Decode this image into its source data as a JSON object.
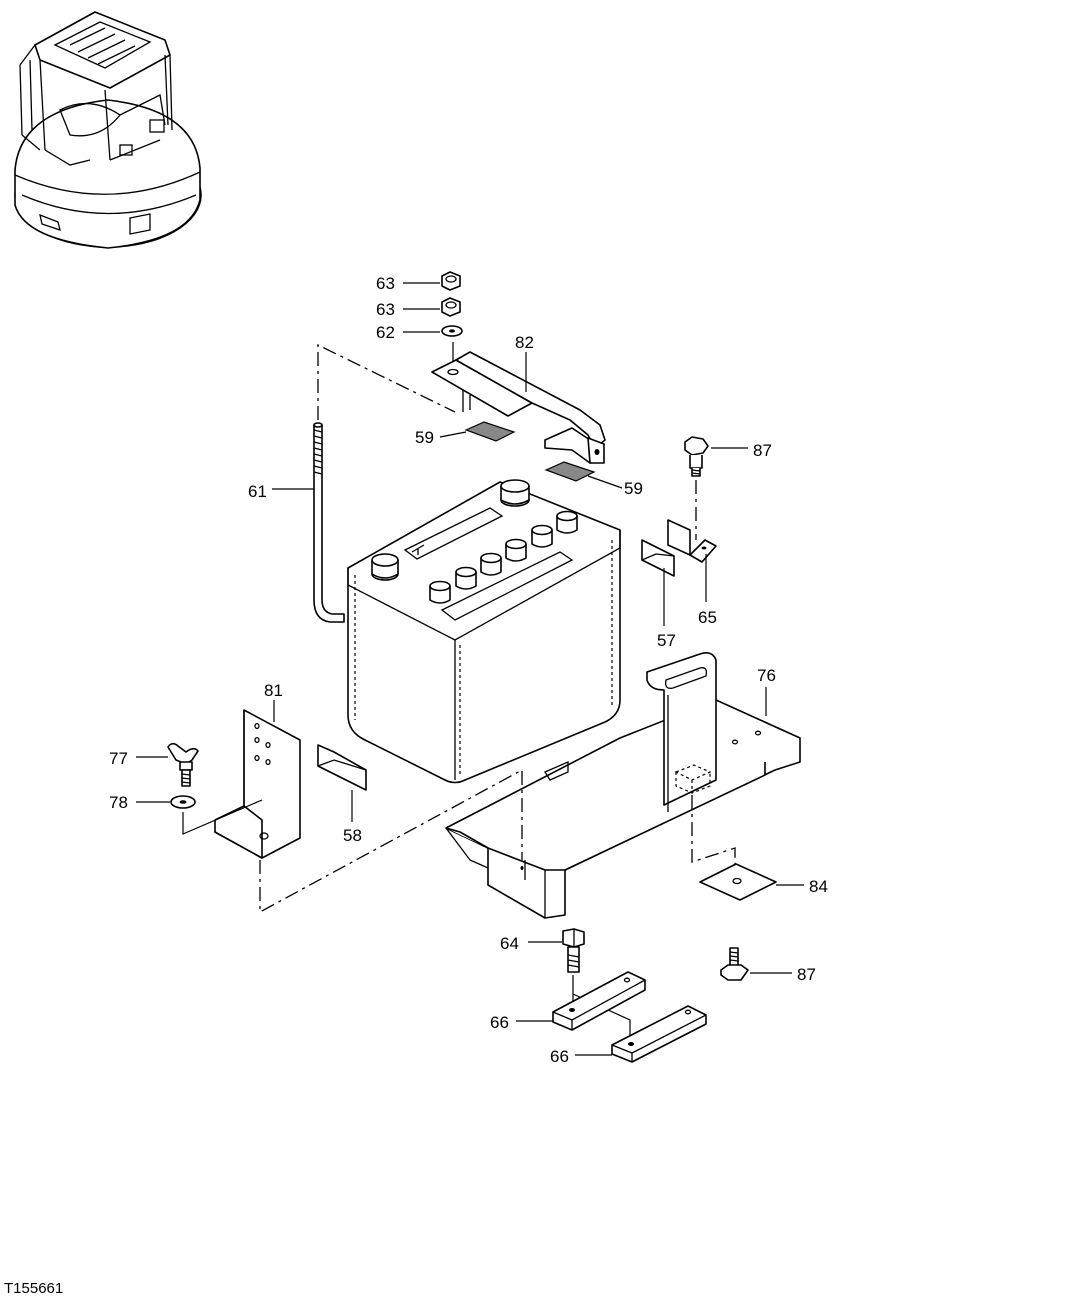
{
  "drawing": {
    "reference": "T155661",
    "callouts": [
      {
        "id": "c63a",
        "label": "63"
      },
      {
        "id": "c63b",
        "label": "63"
      },
      {
        "id": "c62",
        "label": "62"
      },
      {
        "id": "c82",
        "label": "82"
      },
      {
        "id": "c59a",
        "label": "59"
      },
      {
        "id": "c59b",
        "label": "59"
      },
      {
        "id": "c87a",
        "label": "87"
      },
      {
        "id": "c61",
        "label": "61"
      },
      {
        "id": "c57",
        "label": "57"
      },
      {
        "id": "c65",
        "label": "65"
      },
      {
        "id": "c76",
        "label": "76"
      },
      {
        "id": "c81",
        "label": "81"
      },
      {
        "id": "c77",
        "label": "77"
      },
      {
        "id": "c78",
        "label": "78"
      },
      {
        "id": "c58",
        "label": "58"
      },
      {
        "id": "c84",
        "label": "84"
      },
      {
        "id": "c64",
        "label": "64"
      },
      {
        "id": "c87b",
        "label": "87"
      },
      {
        "id": "c66a",
        "label": "66"
      },
      {
        "id": "c66b",
        "label": "66"
      }
    ]
  }
}
